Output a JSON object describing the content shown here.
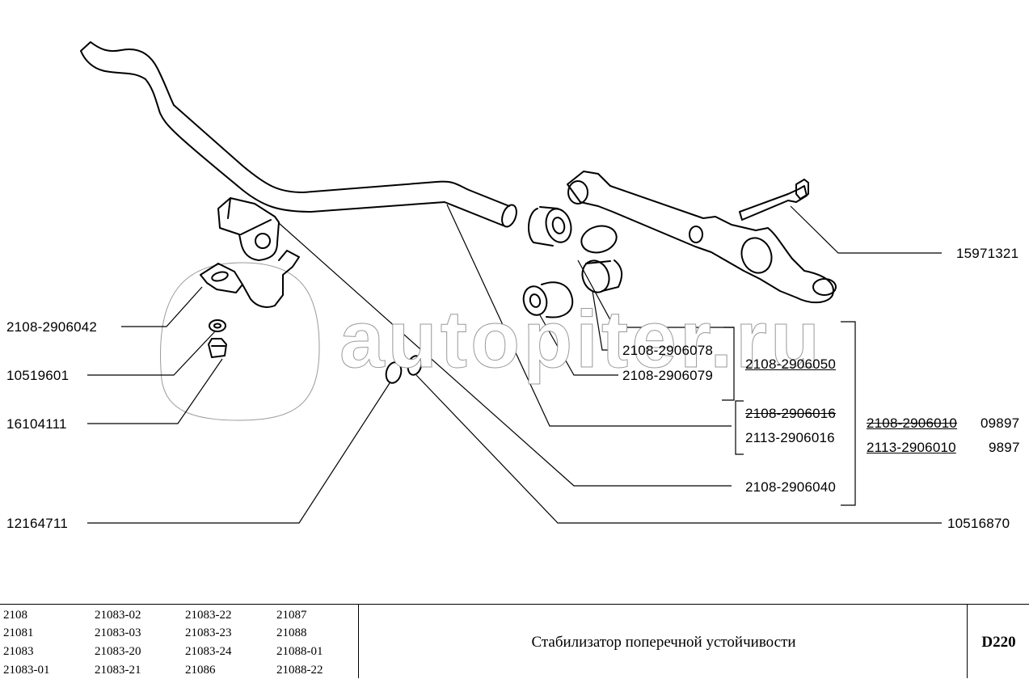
{
  "watermark": {
    "logo_glyph": "a>",
    "text": "autopiter.ru"
  },
  "parts": {
    "left": [
      {
        "id": "p-2108-2906042",
        "number": "2108-2906042",
        "part": "bracket"
      },
      {
        "id": "p-10519601",
        "number": "10519601",
        "part": "washer"
      },
      {
        "id": "p-16104111",
        "number": "16104111",
        "part": "nut"
      },
      {
        "id": "p-12164711",
        "number": "12164711",
        "part": "nut"
      }
    ],
    "right": [
      {
        "id": "p-15971321",
        "number": "15971321",
        "part": "bolt"
      },
      {
        "id": "p-2108-2906078",
        "number": "2108-2906078",
        "part": "bushing"
      },
      {
        "id": "p-2108-2906079",
        "number": "2108-2906079",
        "part": "silent-block"
      },
      {
        "id": "p-2108-2906050",
        "number": "2108-2906050",
        "part": "link-assembly",
        "underlined": true
      },
      {
        "id": "p-2108-2906016",
        "number": "2108-2906016",
        "part": "stabilizer-bar",
        "struck": true
      },
      {
        "id": "p-2113-2906016",
        "number": "2113-2906016",
        "part": "stabilizer-bar"
      },
      {
        "id": "p-2108-2906040",
        "number": "2108-2906040",
        "part": "cushion"
      },
      {
        "id": "p-10516870",
        "number": "10516870",
        "part": "washer"
      }
    ],
    "assembly": [
      {
        "number": "2108-2906010",
        "suffix": "09897",
        "underlined": true,
        "struck": true
      },
      {
        "number": "2113-2906010",
        "suffix": "9897",
        "underlined": true,
        "struck": false
      }
    ]
  },
  "title_block": {
    "models": [
      [
        "2108",
        "21083-02",
        "21083-22",
        "21087"
      ],
      [
        "21081",
        "21083-03",
        "21083-23",
        "21088"
      ],
      [
        "21083",
        "21083-20",
        "21083-24",
        "21088-01"
      ],
      [
        "21083-01",
        "21083-21",
        "21086",
        "21088-22"
      ]
    ],
    "title": "Стабилизатор поперечной устойчивости",
    "code": "D220"
  }
}
